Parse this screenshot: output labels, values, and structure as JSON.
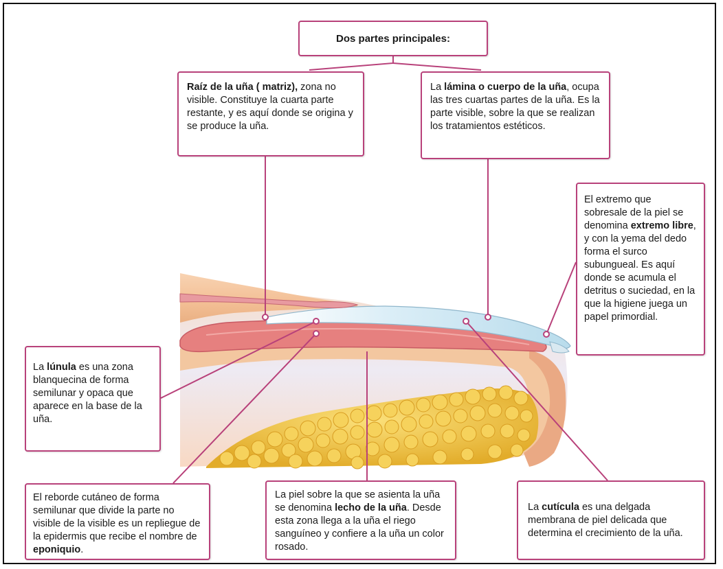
{
  "title": "Dos partes principales:",
  "callouts": {
    "raiz": {
      "bold": "Raíz de la uña ( matriz),",
      "text": " zona no visible. Constituye la cuarta parte restante, y es aquí donde se origina y se produce la uña."
    },
    "lamina": {
      "pre": "La ",
      "bold": "lámina o cuerpo de la uña",
      "text": ", ocupa las tres cuartas partes de la uña. Es la parte visible, sobre la que se realizan los tratamientos estéticos."
    },
    "extremo": {
      "pre": "El extremo que sobresale de la piel se denomina ",
      "bold": "extremo libre",
      "text": ", y con la yema del dedo forma el surco subungueal. Es aquí donde se acumula el detritus o suciedad, en la que la higiene juega un papel primordial."
    },
    "lunula": {
      "pre": "La ",
      "bold": "lúnula",
      "text": " es una zona blanquecina de forma semilunar y opaca que aparece en la base de la uña."
    },
    "eponiquio": {
      "pre": "El reborde cutáneo de forma semilunar que divide la parte no visible de la visible es un repliegue de la epidermis que recibe el nombre de ",
      "bold": "eponiquio",
      "post": "."
    },
    "lecho": {
      "pre": "La piel sobre la que se asienta la uña se denomina ",
      "bold": "lecho de la uña",
      "text": ". Desde esta zona llega a la uña el riego sanguíneo y confiere a la uña un color rosado."
    },
    "cuticula": {
      "pre": "La ",
      "bold": "cutícula",
      "text": " es una delgada membrana de piel delicada que determina el crecimiento de la uña."
    }
  },
  "colors": {
    "accent": "#b8417a",
    "skin": "#f5c8a0",
    "nail_bed": "#e47a7c",
    "nail_plate": "#cfe6f2",
    "fat": "#efc24a"
  }
}
